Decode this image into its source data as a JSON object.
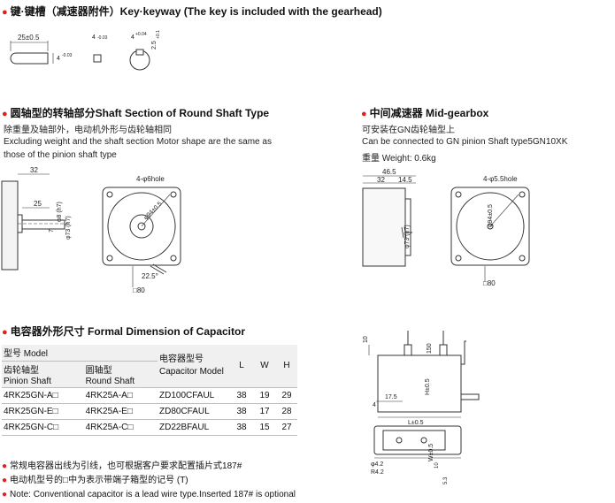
{
  "key_section": {
    "title": "键·键槽（减速器附件）Key·keyway (The key is included with the gearhead)",
    "dims": {
      "key_length": "25±0.5",
      "key_h": "4",
      "key_h_tol": "-0.03",
      "keyway_w": "4",
      "keyway_w_tol": "-0.03",
      "slot_w": "4",
      "slot_w_tol": "+0.04",
      "slot_d": "2.5",
      "slot_d_tol": "+0.1"
    }
  },
  "round_shaft": {
    "title": "圆轴型的转轴部分Shaft Section of Round Shaft Type",
    "desc_cn": "除重量及轴部外，电动机外形与齿轮轴相同",
    "desc_en_1": "Excluding weight and the shaft section Motor shape are the same as",
    "desc_en_2": "those of the pinion shaft type",
    "dims": {
      "len_32": "32",
      "len_25": "25",
      "len_7": "7",
      "shaft_dia": "φ8 (h7)",
      "pilot_dia": "φ73 (h7)",
      "holes": "4-φ6hole",
      "pcd": "φ94±0.5",
      "angle": "22.5°",
      "square": "□80"
    }
  },
  "mid_gearbox": {
    "title": "中间减速器 Mid-gearbox",
    "desc_cn": "可安装在GN齿轮轴型上",
    "desc_en": "Can be connected to GN pinion Shaft type5GN10XK",
    "weight": "重量 Weight: 0.6kg",
    "dims": {
      "len_46_5": "46.5",
      "len_32": "32",
      "len_14_5": "14.5",
      "pilot_dia": "φ73 (h7)",
      "holes": "4-φ5.5hole",
      "pcd": "φ94±0.5",
      "square": "□80"
    }
  },
  "capacitor": {
    "title": "电容器外形尺寸 Formal Dimension of Capacitor",
    "header": {
      "model": "型号 Model",
      "pinion_cn": "齿轮轴型",
      "pinion_en": "Pinion Shaft",
      "round_cn": "圆轴型",
      "round_en": "Round Shaft",
      "cap_cn": "电容器型号",
      "cap_en": "Capacitor Model",
      "L": "L",
      "W": "W",
      "H": "H"
    },
    "rows": [
      {
        "pinion": "4RK25GN-A□",
        "round": "4RK25A-A□",
        "cap": "ZD100CFAUL",
        "L": "38",
        "W": "19",
        "H": "29"
      },
      {
        "pinion": "4RK25GN-E□",
        "round": "4RK25A-E□",
        "cap": "ZD80CFAUL",
        "L": "38",
        "W": "17",
        "H": "28"
      },
      {
        "pinion": "4RK25GN-C□",
        "round": "4RK25A-C□",
        "cap": "ZD22BFAUL",
        "L": "38",
        "W": "15",
        "H": "27"
      }
    ],
    "notes": [
      "常规电容器出线为引线，也可根据客户要求配置插片式187#",
      "电动机型号的□中为表示带端子箱型的记号 (T)",
      "Note: Conventional capacitor is a lead wire type.Inserted 187#  is optional"
    ],
    "drawing": {
      "d10": "10",
      "d150": "150",
      "d17_5": "17.5",
      "d4": "4",
      "H": "H±0.5",
      "L": "L±0.5",
      "W": "W±0.5",
      "d4_2": "φ4.2",
      "r4_2": "R4.2",
      "d5_3": "5.3",
      "d10b": "10"
    }
  }
}
